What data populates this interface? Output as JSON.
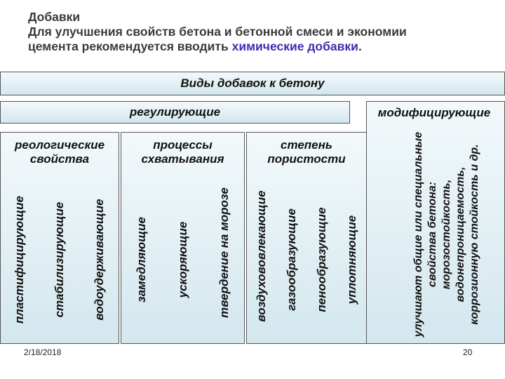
{
  "header": {
    "title": "Добавки",
    "line1": "Для улучшения свойств бетона и бетонной смеси и экономии",
    "line2_start": "цемента рекомендуется вводить ",
    "line2_highlight": "химические добавки",
    "line2_end": ".",
    "accent_color": "#3a2fb0"
  },
  "diagram": {
    "root": "Виды добавок к бетону",
    "regulating": "регулирующие",
    "modifying": "модифицирующие",
    "groups": {
      "rheological": "реологические свойства",
      "setting": "процессы схватывания",
      "porosity": "степень пористости"
    },
    "types": {
      "plasticizing": "пластифицирующие",
      "stabilizing": "стабилизирующие",
      "water_retaining": "водоудерживающие",
      "retarding": "замедляющие",
      "accelerating": "ускоряющие",
      "frost_hardening": "твердение на морозе",
      "air_entraining": "воздухововлекающие",
      "gas_forming": "газообразующие",
      "foam_forming": "пенообразующие",
      "densifying": "уплотняющие"
    },
    "modifying_note": "улучшают общие или специальные свойства бетона: морозостойкость, водонепроницаемость, коррозионную стойкость и др."
  },
  "footer": {
    "date": "2/18/2018",
    "page": "20"
  }
}
